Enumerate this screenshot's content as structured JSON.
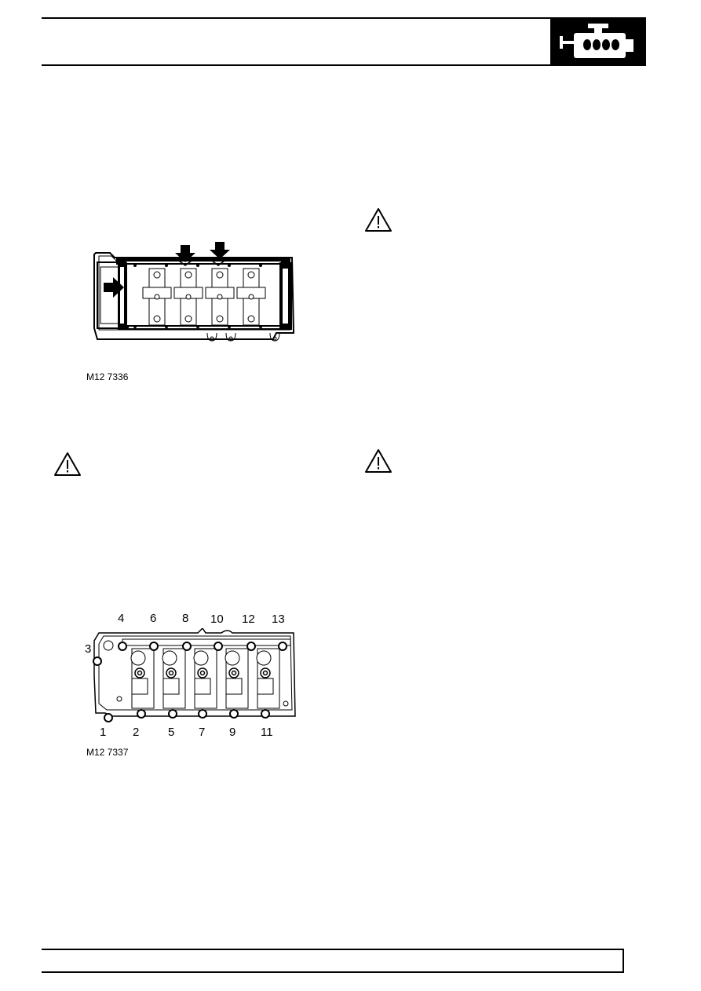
{
  "header": {
    "section_icon": "engine-icon"
  },
  "figures": {
    "fig1": {
      "label": "M12 7336"
    },
    "fig2": {
      "label": "M12 7337",
      "bolt_numbers_top": [
        "4",
        "6",
        "8",
        "10",
        "12",
        "13"
      ],
      "bolt_number_left": "3",
      "bolt_numbers_bottom": [
        "1",
        "2",
        "5",
        "7",
        "9",
        "11"
      ]
    }
  },
  "warnings": {
    "icon": "warning-triangle-icon"
  }
}
